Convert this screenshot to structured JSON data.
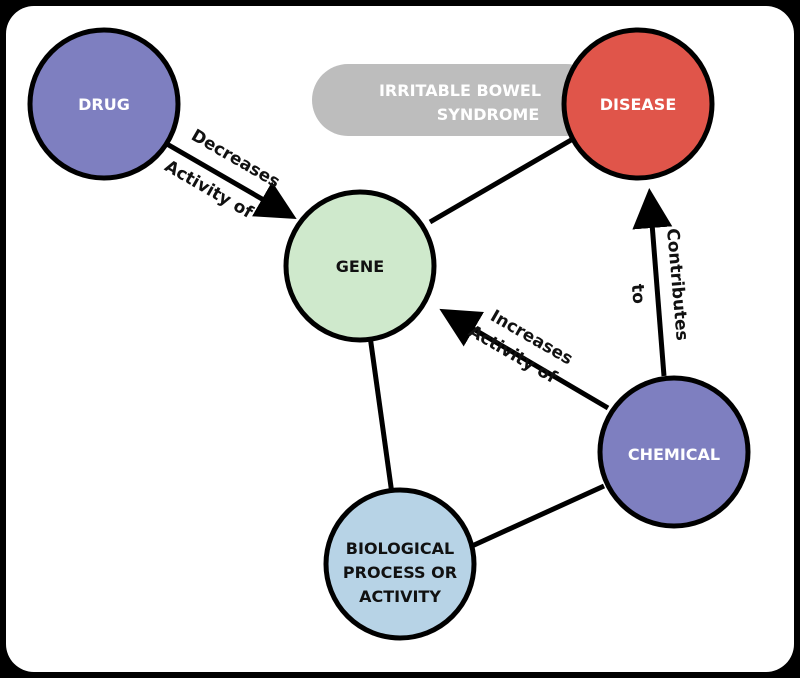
{
  "nodes": {
    "drug": {
      "label": "DRUG",
      "fill": "#7e7fc0",
      "text_color": "#ffffff"
    },
    "disease": {
      "label": "DISEASE",
      "fill": "#e0554a",
      "text_color": "#ffffff"
    },
    "gene": {
      "label": "GENE",
      "fill": "#cfe9cc",
      "text_color": "#111111"
    },
    "chemical": {
      "label": "CHEMICAL",
      "fill": "#7e7fc0",
      "text_color": "#ffffff"
    },
    "process": {
      "lines": [
        "BIOLOGICAL",
        "PROCESS OR",
        "ACTIVITY"
      ],
      "fill": "#b7d3e6",
      "text_color": "#111111"
    }
  },
  "disease_example": {
    "lines": [
      "IRRITABLE BOWEL",
      "SYNDROME"
    ],
    "fill": "#bdbdbd"
  },
  "edges": {
    "drug_gene": {
      "line1": "Decreases",
      "line2": "Activity of"
    },
    "chemical_gene": {
      "line1": "Increases",
      "line2": "Activity of"
    },
    "chemical_disease": {
      "line1": "Contributes",
      "line2": "to"
    }
  }
}
